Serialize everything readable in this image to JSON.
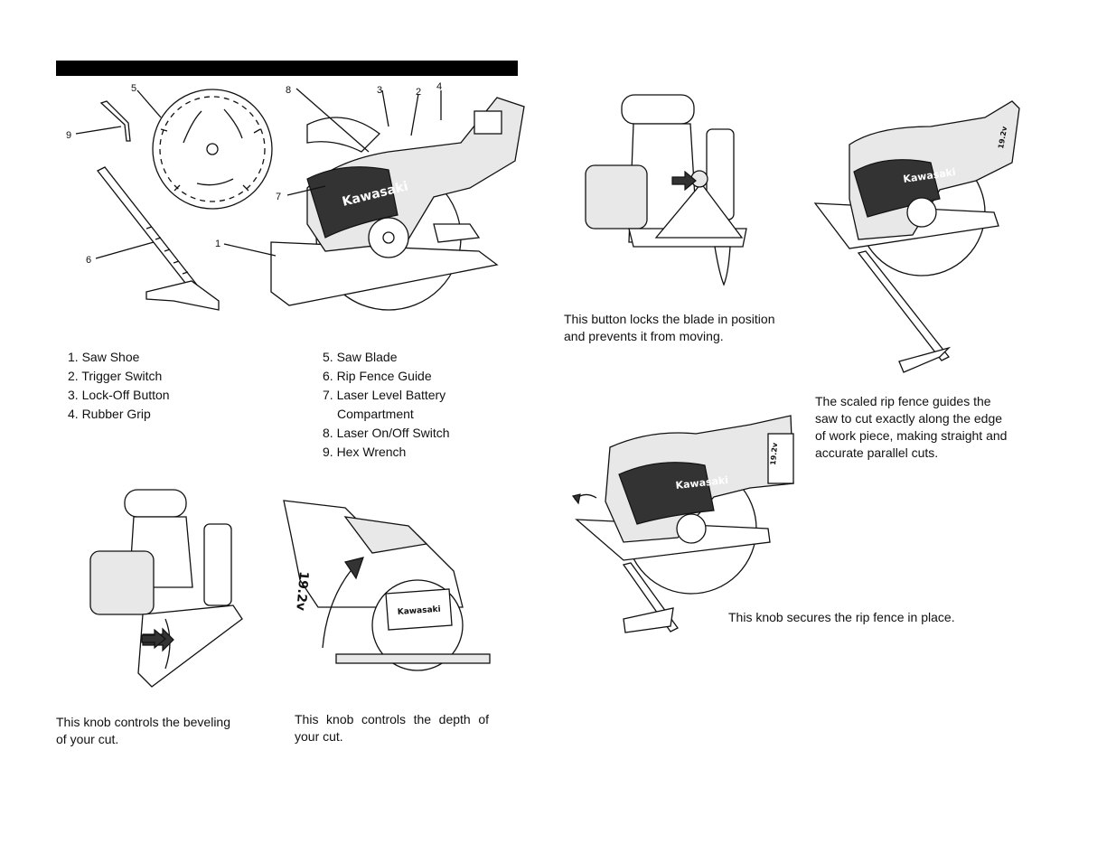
{
  "parts_left": [
    "1. Saw Shoe",
    "2. Trigger Switch",
    "3. Lock-Off Button",
    "4. Rubber Grip"
  ],
  "parts_right": [
    "5. Saw Blade",
    "6. Rip Fence Guide",
    "7. Laser Level Battery",
    "Compartment",
    "8. Laser On/Off Switch",
    "9. Hex Wrench"
  ],
  "callouts": {
    "c1": "1",
    "c2": "2",
    "c3": "3",
    "c4": "4",
    "c5": "5",
    "c6": "6",
    "c7": "7",
    "c8": "8",
    "c9": "9"
  },
  "captions": {
    "lock_button": [
      "This button locks the blade in position",
      "and prevents it from moving."
    ],
    "rip_fence_guide": [
      "The scaled rip fence guides the",
      "saw to cut exactly along the edge",
      "of work piece, making straight and",
      "accurate parallel cuts."
    ],
    "rip_fence_knob": "This knob secures the rip fence in place.",
    "bevel_knob": [
      "This knob controls the beveling",
      "of your cut."
    ],
    "depth_knob": [
      "This knob controls the depth of",
      "your cut."
    ]
  },
  "brand": "Kawasaki",
  "voltage_label": "19.2v",
  "icons": [
    "hex-wrench-icon",
    "saw-blade-icon",
    "rip-fence-icon",
    "circular-saw-icon",
    "arrow-icon",
    "rotate-arrow-icon"
  ]
}
